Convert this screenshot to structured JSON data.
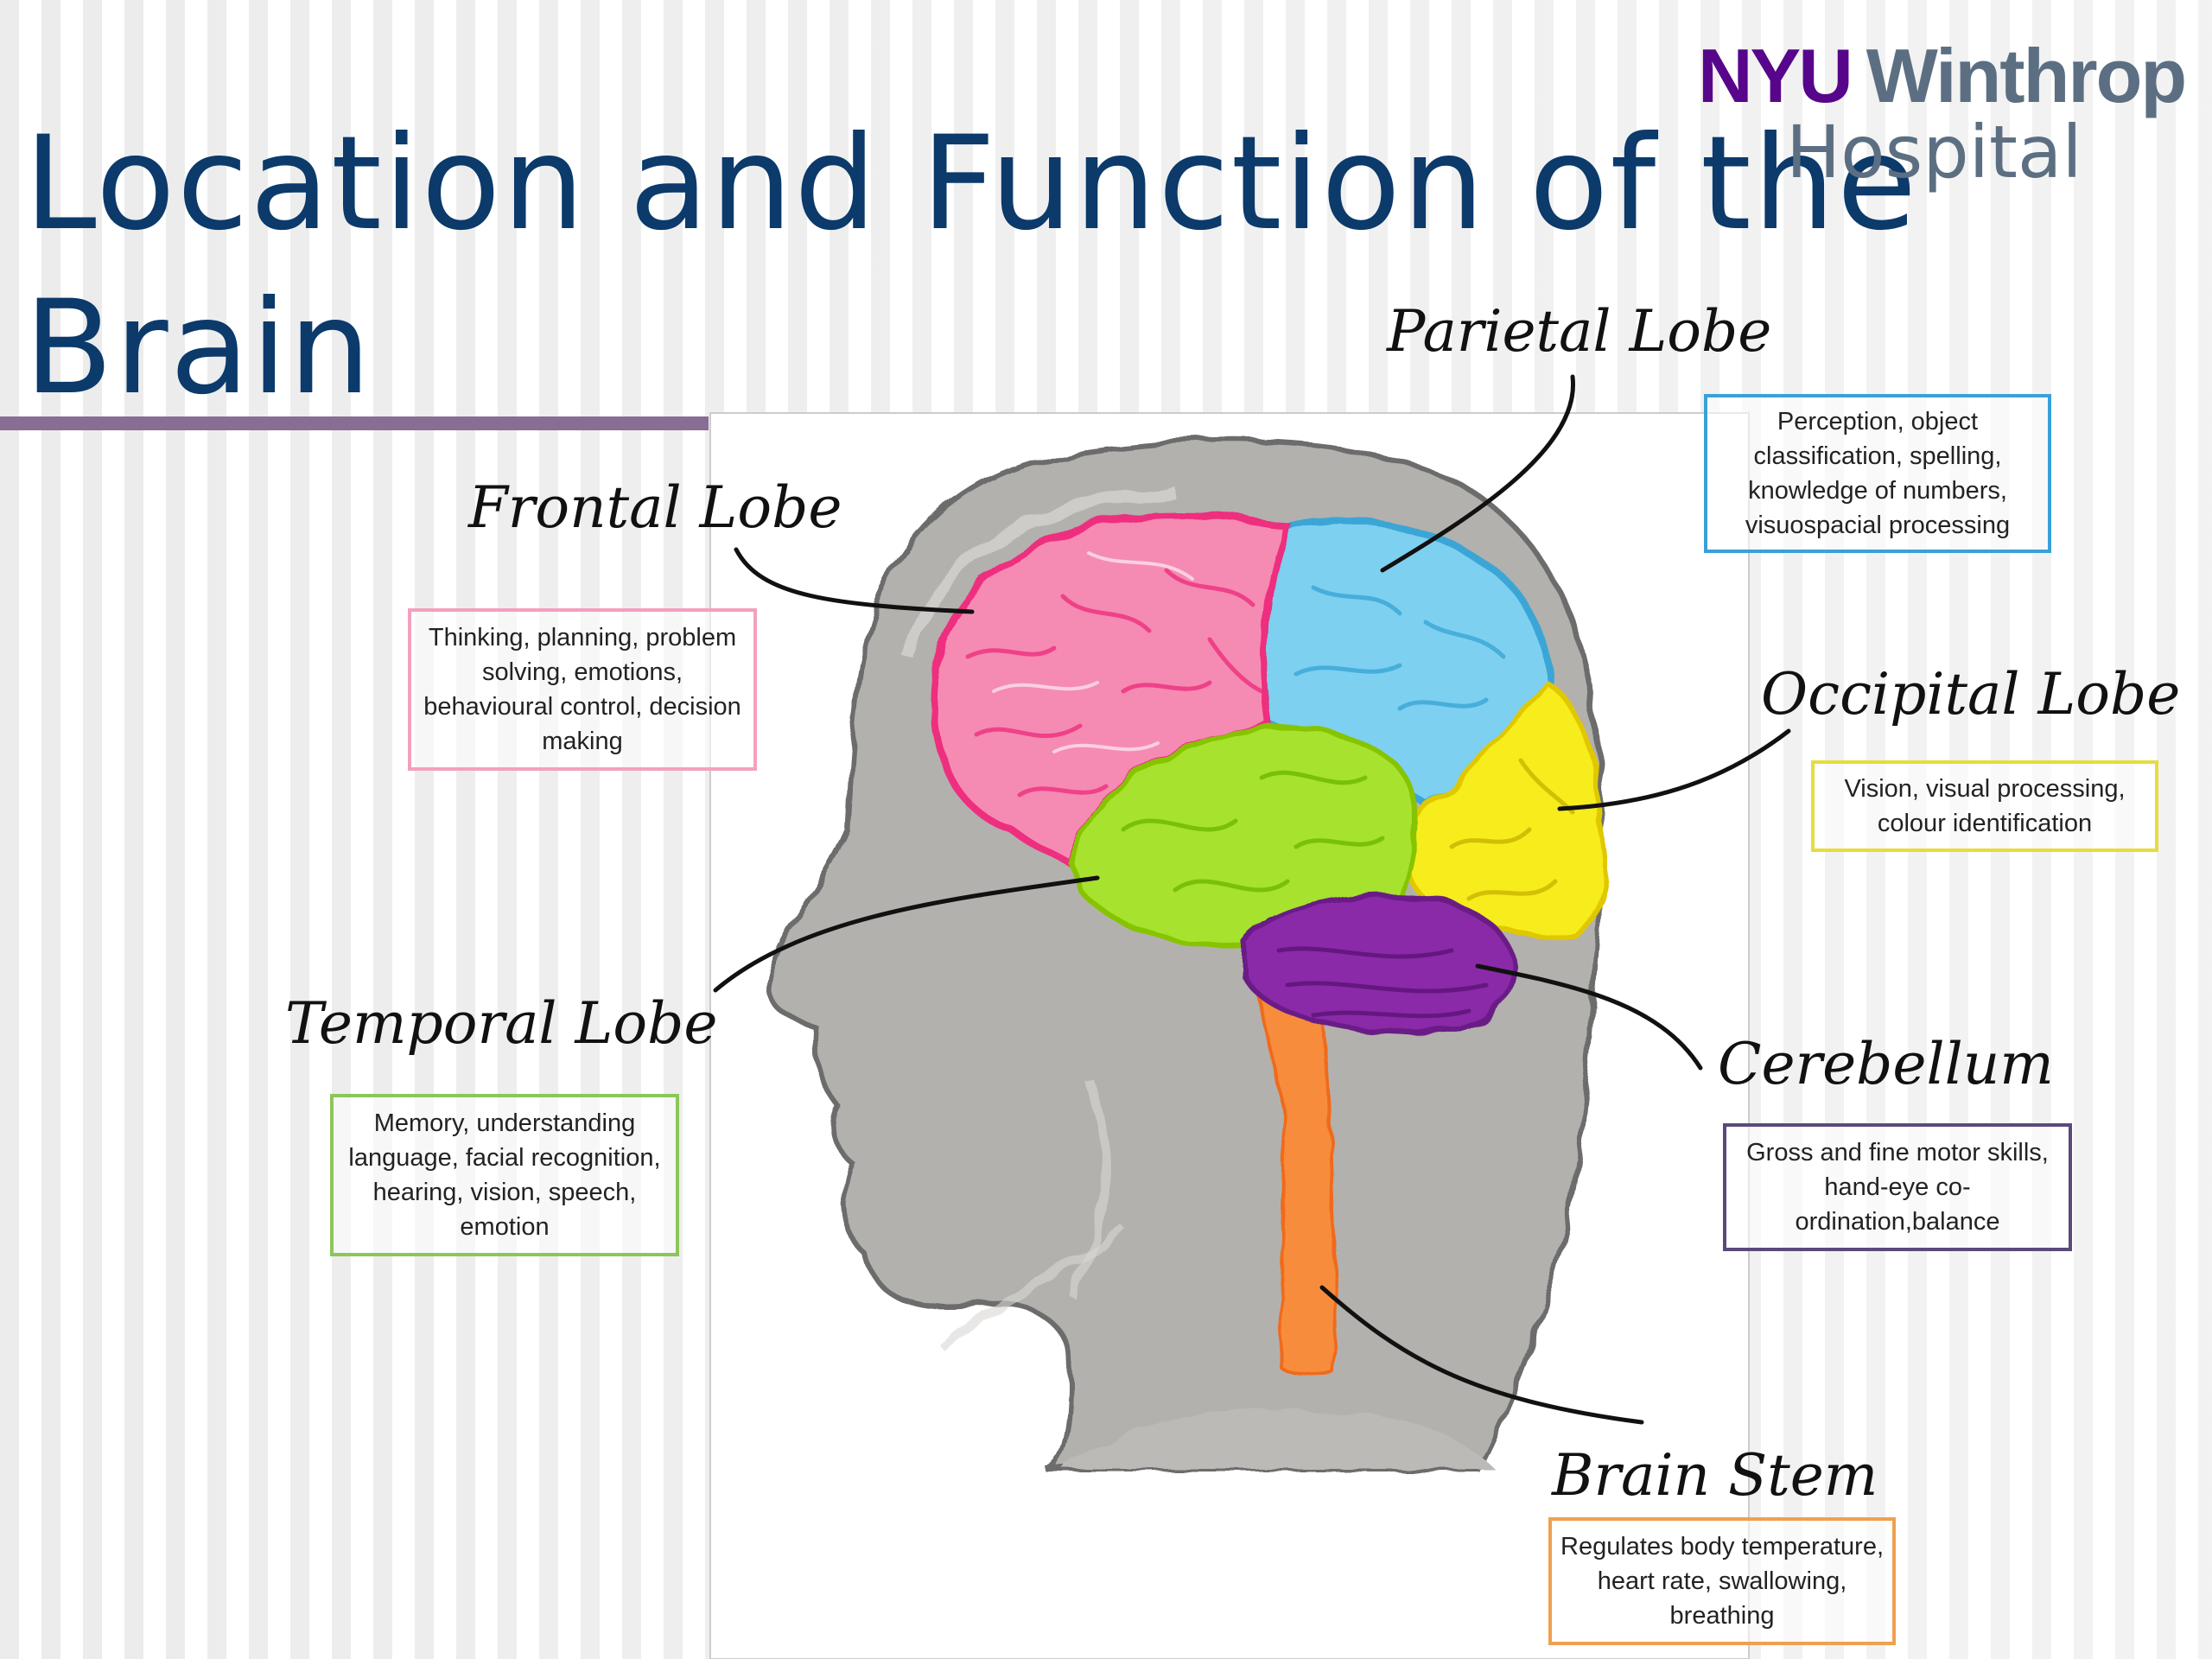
{
  "title": "Location and Function of the Brain",
  "logo": {
    "line1_a": "NYU",
    "line1_b": "Winthrop",
    "line2": "Hospital"
  },
  "colors": {
    "title": "#0b3a6b",
    "accent_rule": "#8a6d94",
    "frontal": "#f36fa2",
    "parietal": "#7ed0f0",
    "occipital": "#f7ec1a",
    "temporal": "#a6e22e",
    "cerebellum": "#8a2ca8",
    "brain_stem": "#f78c3c"
  },
  "lobes": {
    "frontal": {
      "label": "Frontal Lobe",
      "description": "Thinking, planning, problem solving, emotions, behavioural control, decision making"
    },
    "parietal": {
      "label": "Parietal Lobe",
      "description": "Perception, object classification, spelling, knowledge of numbers, visuospacial processing"
    },
    "occipital": {
      "label": "Occipital Lobe",
      "description": "Vision, visual processing, colour identification"
    },
    "temporal": {
      "label": "Temporal Lobe",
      "description": "Memory, understanding language, facial recognition, hearing, vision, speech, emotion"
    },
    "cerebellum": {
      "label": "Cerebellum",
      "description": "Gross and fine motor skills, hand-eye co-ordination,balance"
    },
    "brain_stem": {
      "label": "Brain Stem",
      "description": "Regulates body temperature, heart rate, swallowing, breathing"
    }
  }
}
